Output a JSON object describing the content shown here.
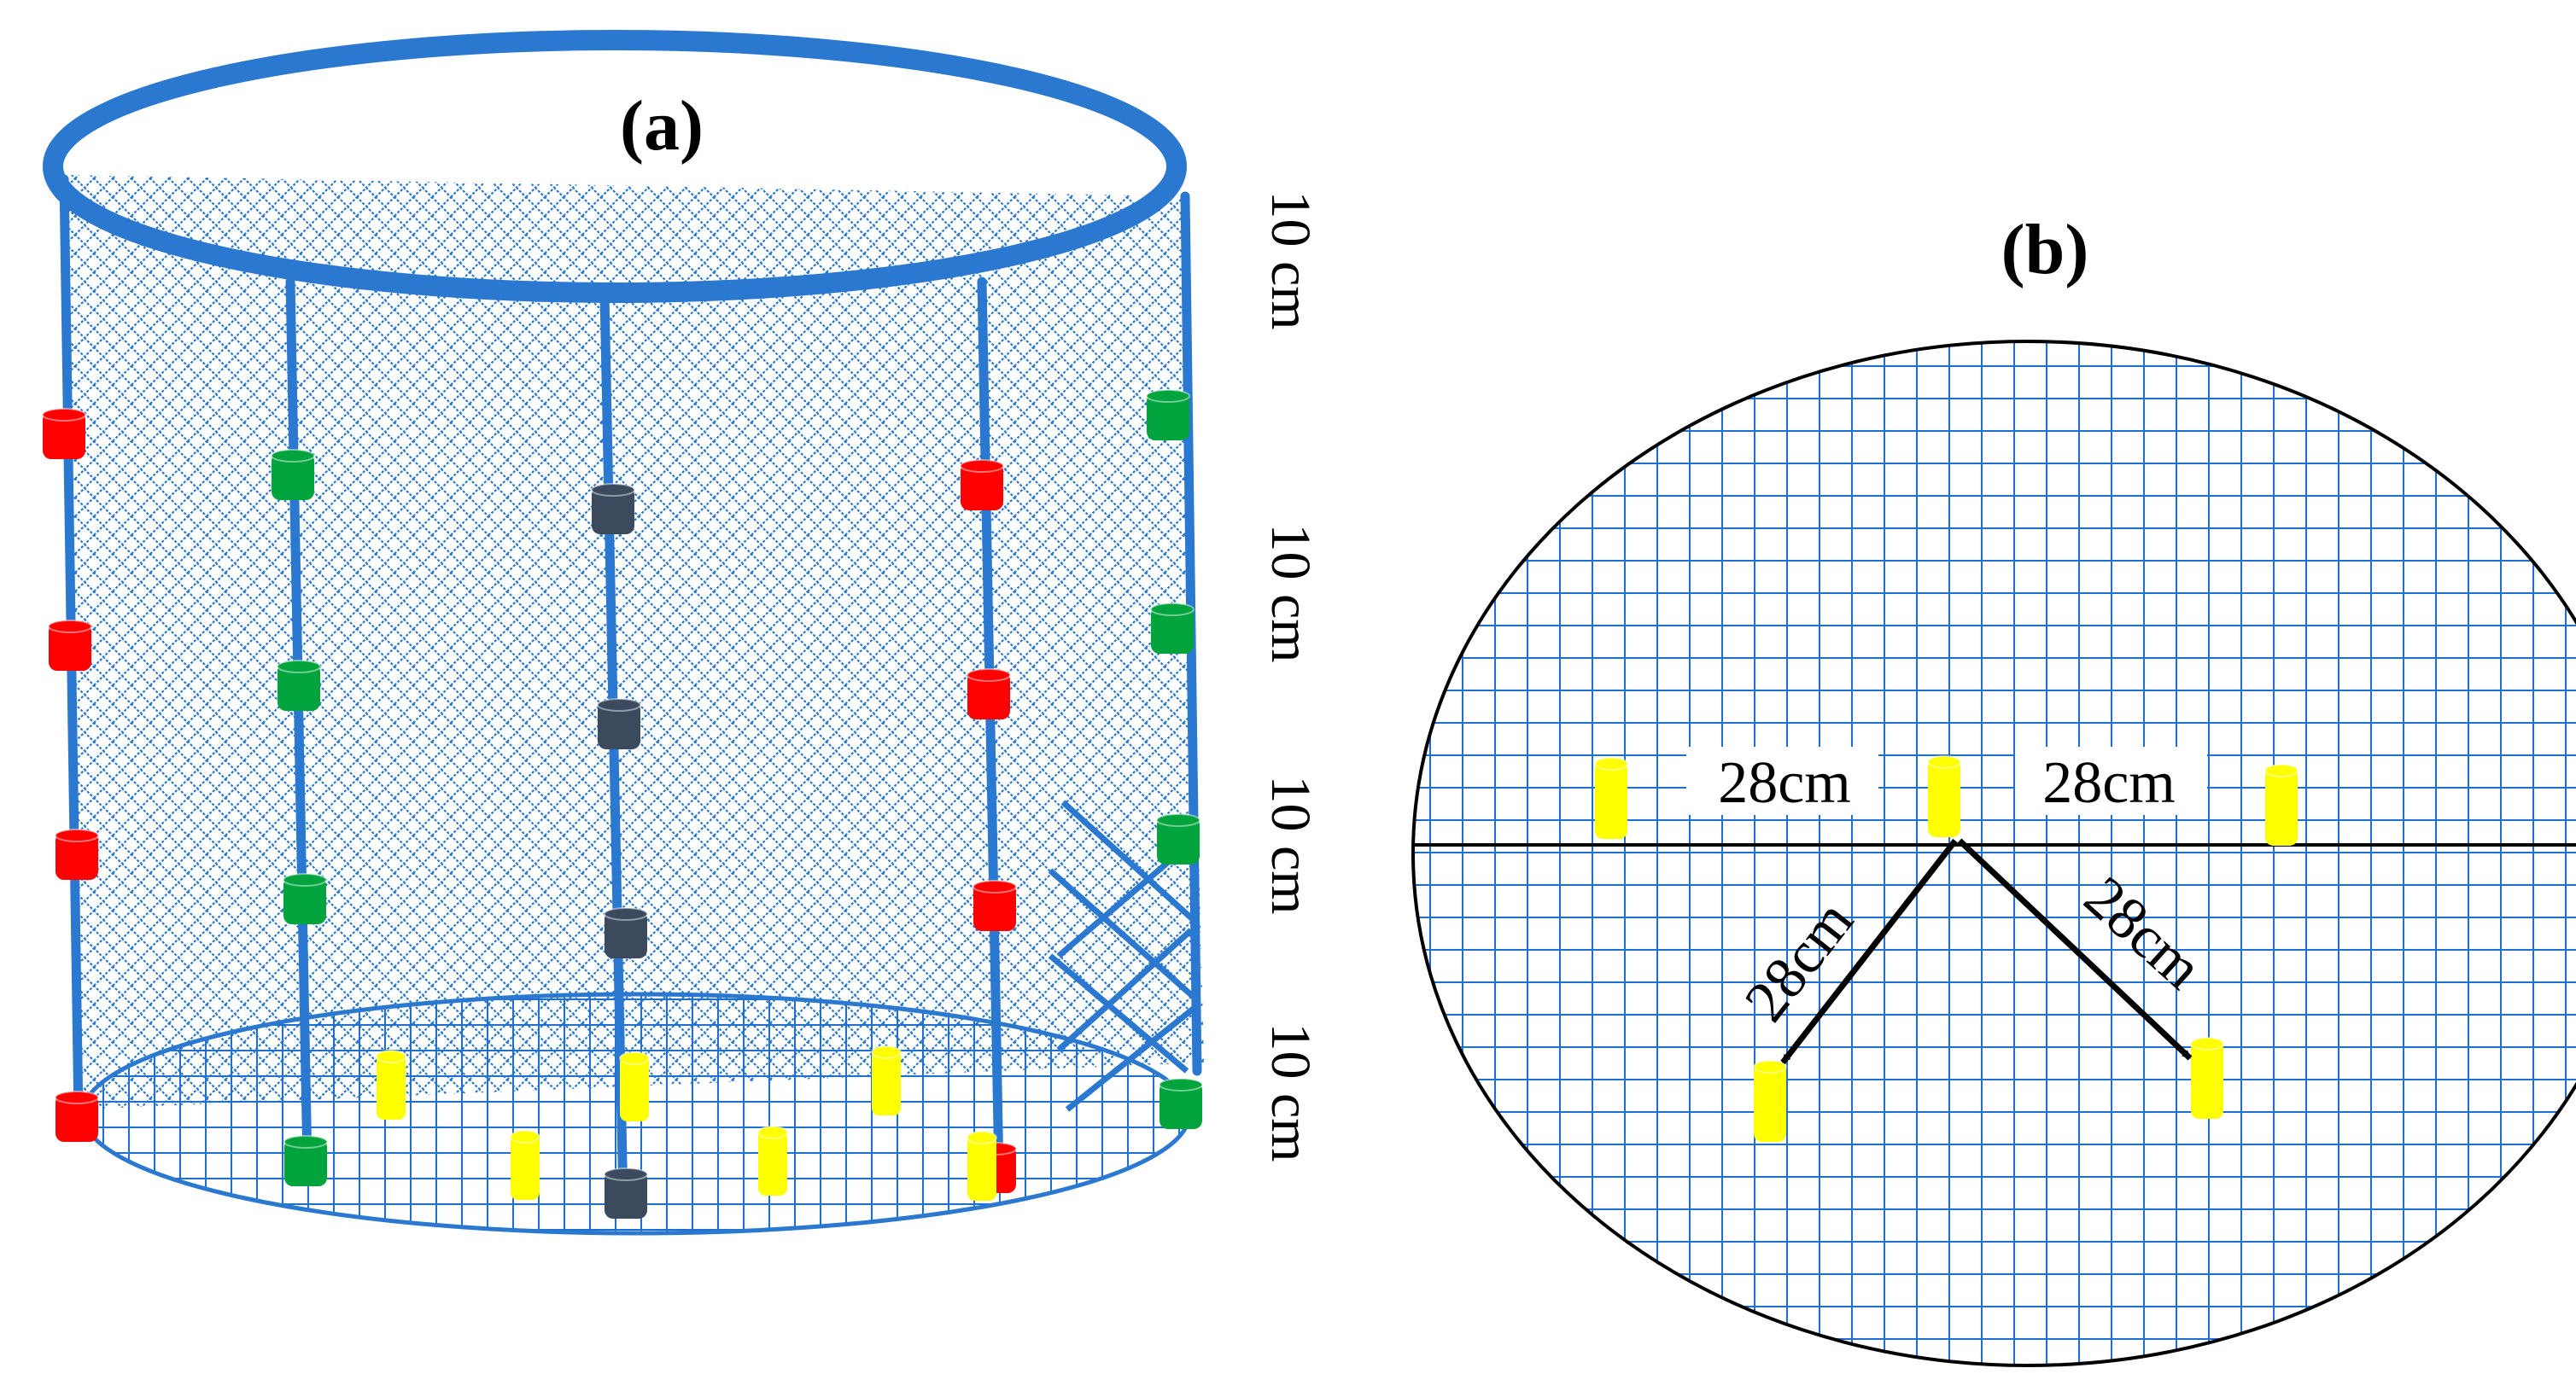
{
  "colors": {
    "frame": "#2a78d0",
    "mesh": "#2a78d0",
    "grid": "#1f6fd1",
    "red_sensor": "#ff0000",
    "green_sensor": "#00a33c",
    "dark_sensor": "#3b4a5c",
    "yellow_sensor": "#ffff00",
    "ink": "#000000"
  },
  "panel_a": {
    "label": "(a)",
    "spacing_labels": [
      "10 cm",
      "10 cm",
      "10 cm",
      "10 cm"
    ],
    "rods": [
      {
        "id": "rod-left-outer",
        "sensor": "red",
        "count": 4
      },
      {
        "id": "rod-left-inner",
        "sensor": "green",
        "count": 4
      },
      {
        "id": "rod-center",
        "sensor": "dark",
        "count": 4
      },
      {
        "id": "rod-right-inner",
        "sensor": "red",
        "count": 4
      },
      {
        "id": "rod-right-outer",
        "sensor": "green",
        "count": 4
      }
    ],
    "bottom_sensors": {
      "color": "yellow",
      "count": 6
    }
  },
  "panel_b": {
    "label": "(b)",
    "distance_left": "28cm",
    "distance_right": "28cm",
    "distance_diag_left": "28cm",
    "distance_diag_right": "28cm",
    "sensors": {
      "color": "yellow",
      "count": 5
    }
  }
}
